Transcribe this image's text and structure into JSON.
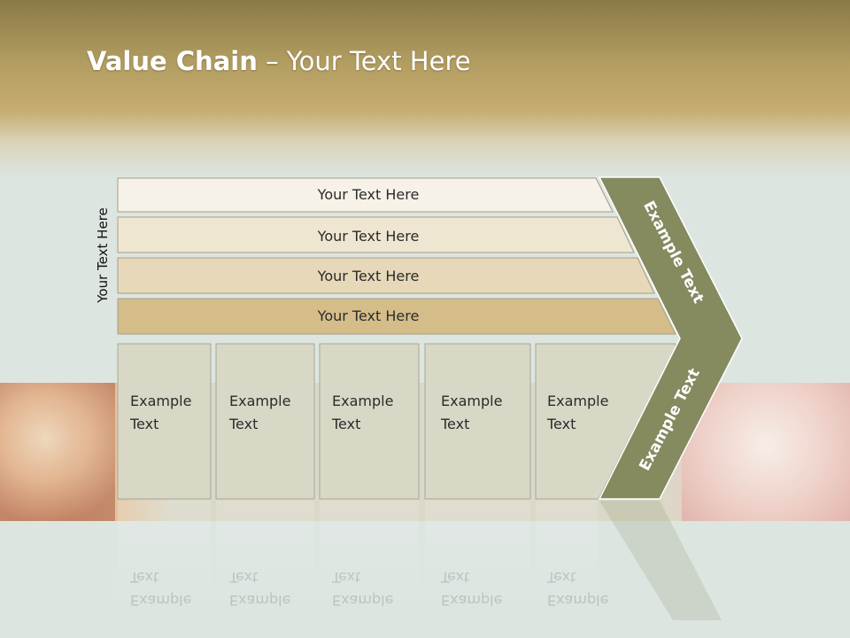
{
  "title": {
    "bold": "Value Chain",
    "rest": " – Your Text Here"
  },
  "side_label": "Your Text Here",
  "bars": [
    {
      "label": "Your Text Here",
      "color": "#f6f2e8"
    },
    {
      "label": "Your Text Here",
      "color": "#efe6d2"
    },
    {
      "label": "Your Text Here",
      "color": "#e6d8b8"
    },
    {
      "label": "Your Text Here",
      "color": "#d5bd8a"
    }
  ],
  "boxes": [
    {
      "line1": "Example",
      "line2": "Text"
    },
    {
      "line1": "Example",
      "line2": "Text"
    },
    {
      "line1": "Example",
      "line2": "Text"
    },
    {
      "line1": "Example",
      "line2": "Text"
    },
    {
      "line1": "Example",
      "line2": "Text"
    }
  ],
  "chevron": {
    "upper": "Example Text",
    "lower": "Example Text",
    "color": "#858a5f"
  },
  "colors": {
    "box_fill": "#d9d8c6",
    "box_stroke": "#a9a795",
    "bar_stroke": "#a69d84"
  }
}
